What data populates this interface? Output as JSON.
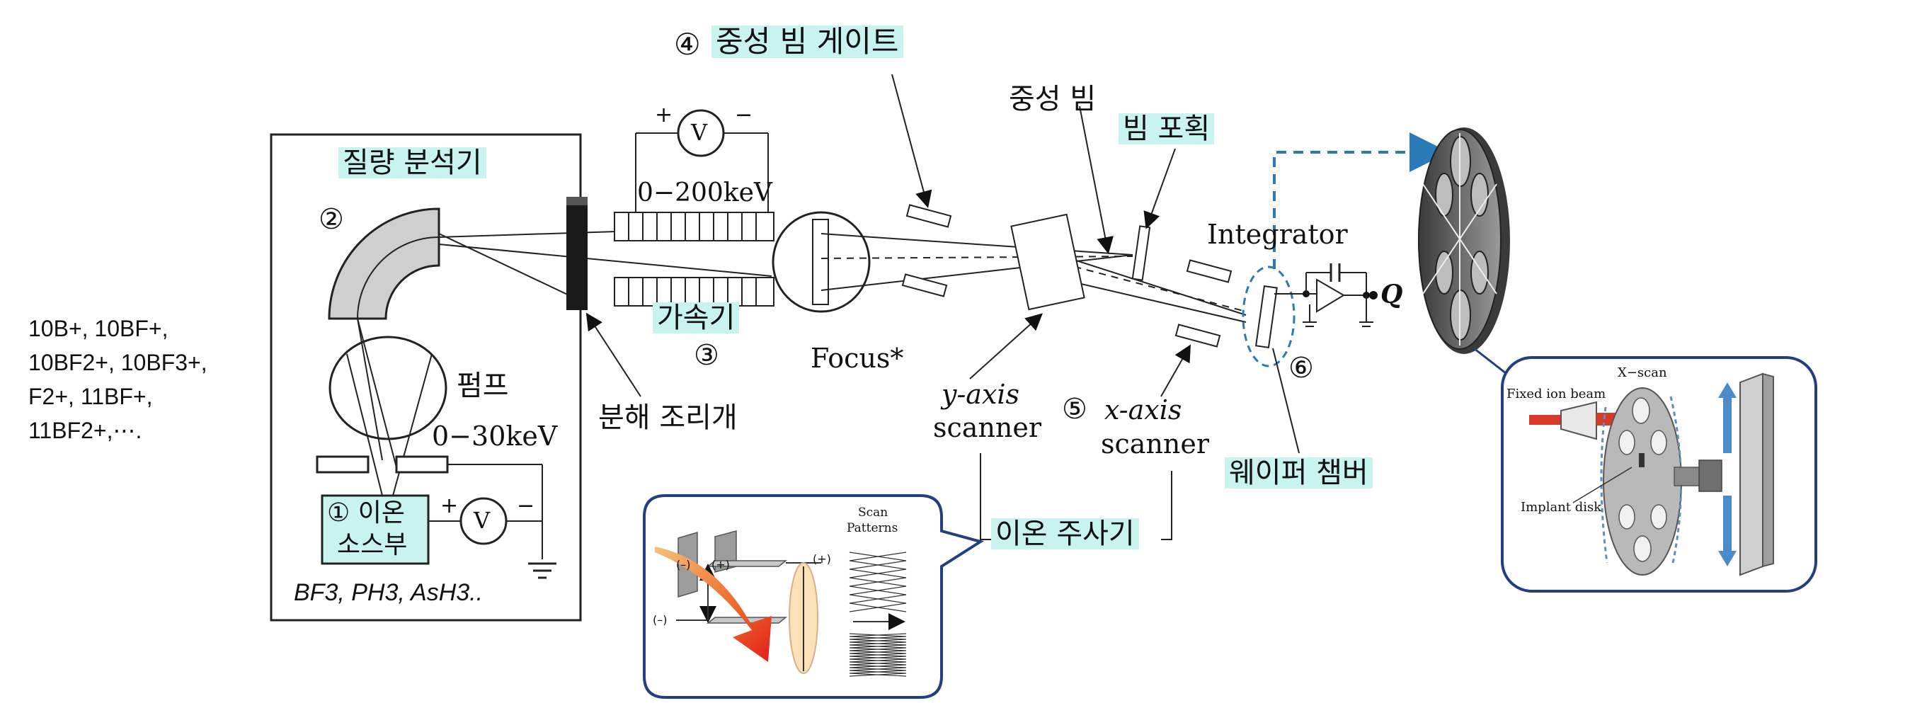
{
  "ion_species": {
    "lines": [
      "10B+, 10BF+,",
      "10BF2+, 10BF3+,",
      "F2+, 11BF+,",
      "11BF2+,⋯."
    ]
  },
  "source_gases": "BF3, PH3, AsH3..",
  "labels": {
    "mass_analyzer": "질량 분석기",
    "num2": "②",
    "pump": "펌프",
    "voltage_0_30": "0−30keV",
    "ion_source_line1": "① 이온",
    "ion_source_line2": "소스부",
    "aperture": "분해 조리개",
    "voltage_0_200": "0−200keV",
    "accelerator": "가속기",
    "num3": "③",
    "focus": "Focus*",
    "neutral_gate": "중성 빔 게이트",
    "num4": "④",
    "neutral_beam": "중성 빔",
    "beam_capture": "빔 포획",
    "integrator": "Integrator",
    "charge_q": "Q",
    "num6": "⑥",
    "y_axis": "y-axis",
    "y_scanner": "scanner",
    "num5": "⑤",
    "x_axis": "x-axis",
    "x_scanner": "scanner",
    "wafer_chamber": "웨이퍼 챔버",
    "ion_scanner": "이온 주사기",
    "v_symbol": "V",
    "plus": "+",
    "minus": "−"
  },
  "scan_inset": {
    "title_line1": "Scan",
    "title_line2": "Patterns",
    "minus_left": "(–)",
    "plus_top": "(+)",
    "plus_right": "(+)",
    "minus_bottom": "(–)"
  },
  "disk_inset": {
    "x_scan": "X−scan",
    "fixed_beam": "Fixed ion beam",
    "implant_disk": "Implant disk"
  },
  "colors": {
    "highlight": "#c9f3ee",
    "callout_border": "#233f7f",
    "dashed_arrow": "#2b7ab8",
    "beam_red": "#d83a2a"
  }
}
